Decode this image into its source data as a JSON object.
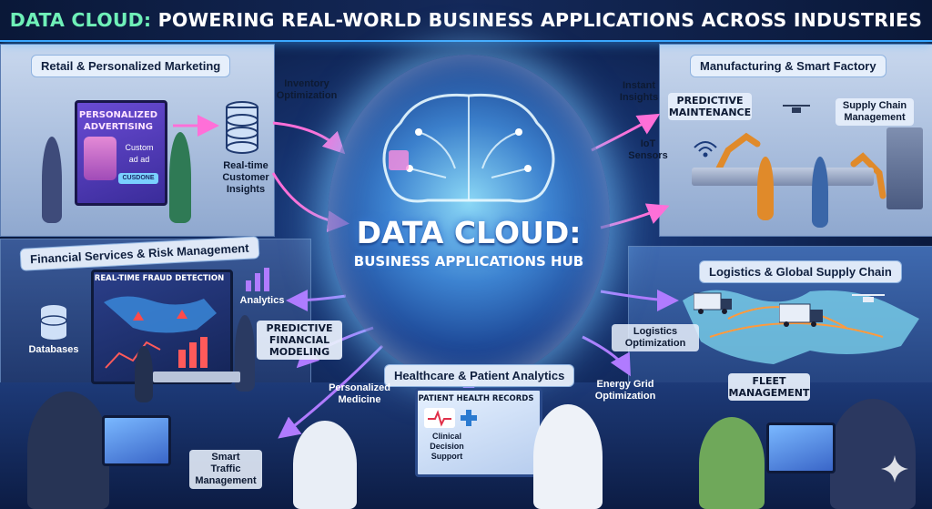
{
  "banner": {
    "prefix": "DATA CLOUD:",
    "rest": " POWERING REAL-WORLD BUSINESS APPLICATIONS ACROSS INDUSTRIES"
  },
  "hub": {
    "title": "DATA CLOUD:",
    "subtitle": "BUSINESS APPLICATIONS HUB"
  },
  "sections": {
    "retail": "Retail & Personalized Marketing",
    "manufacturing": "Manufacturing & Smart Factory",
    "financial": "Financial Services & Risk Management",
    "logistics": "Logistics & Global Supply Chain",
    "healthcare": "Healthcare & Patient Analytics"
  },
  "retail": {
    "ad_line1": "PERSONALIZED",
    "ad_line2": "ADVERTISING",
    "ad_custom": "Custom\nad ad",
    "ad_button": "CUSDONE",
    "inventory": "Inventory\nOptimization",
    "realtime": "Real-time\nCustomer\nInsights"
  },
  "manufacturing": {
    "instant": "Instant\nInsights",
    "predictive": "PREDICTIVE\nMAINTENANCE",
    "iot": "IoT\nSensors",
    "supply": "Supply Chain\nManagement"
  },
  "financial": {
    "fraud": "REAL-TIME FRAUD DETECTION",
    "analytics": "Analytics",
    "databases": "Databases",
    "modeling": "PREDICTIVE\nFINANCIAL\nMODELING"
  },
  "logistics": {
    "optimization": "Logistics\nOptimization",
    "fleet": "FLEET\nMANAGEMENT"
  },
  "healthcare": {
    "records": "PATIENT HEALTH RECORDS",
    "clinical": "Clinical\nDecision\nSupport",
    "medicine": "Personalized\nMedicine",
    "energy": "Energy Grid\nOptimization",
    "traffic": "Smart\nTraffic\nManagement"
  },
  "colors": {
    "accent": "#3aa8ff",
    "mint": "#6ff0b8",
    "pink": "#ff6fd8",
    "violet": "#b07bff"
  }
}
